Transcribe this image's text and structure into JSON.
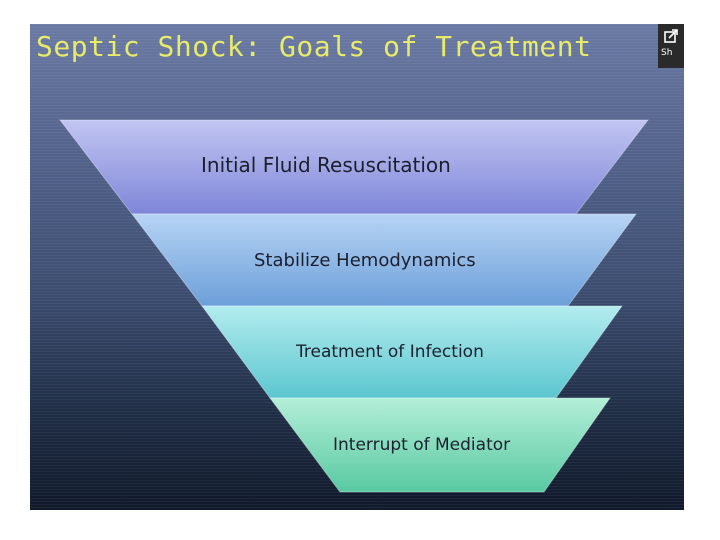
{
  "slide": {
    "title": "Septic Shock: Goals of Treatment",
    "share_badge_label": "Sh",
    "share_icon": "external-link-icon"
  },
  "funnel": {
    "levels": [
      {
        "label": "Initial Fluid Resuscitation",
        "color_top": "#c2c6f2",
        "color_bottom": "#7f86d8"
      },
      {
        "label": "Stabilize Hemodynamics",
        "color_top": "#b7d4f4",
        "color_bottom": "#6c9fd9"
      },
      {
        "label": "Treatment of Infection",
        "color_top": "#b2ecee",
        "color_bottom": "#5cc6cf"
      },
      {
        "label": "Interrupt of Mediator",
        "color_top": "#b4efd8",
        "color_bottom": "#58c9a2"
      }
    ]
  },
  "colors": {
    "title": "#e8ea6a",
    "background_top": "#6a7aa4",
    "background_bottom": "#101a2b"
  }
}
